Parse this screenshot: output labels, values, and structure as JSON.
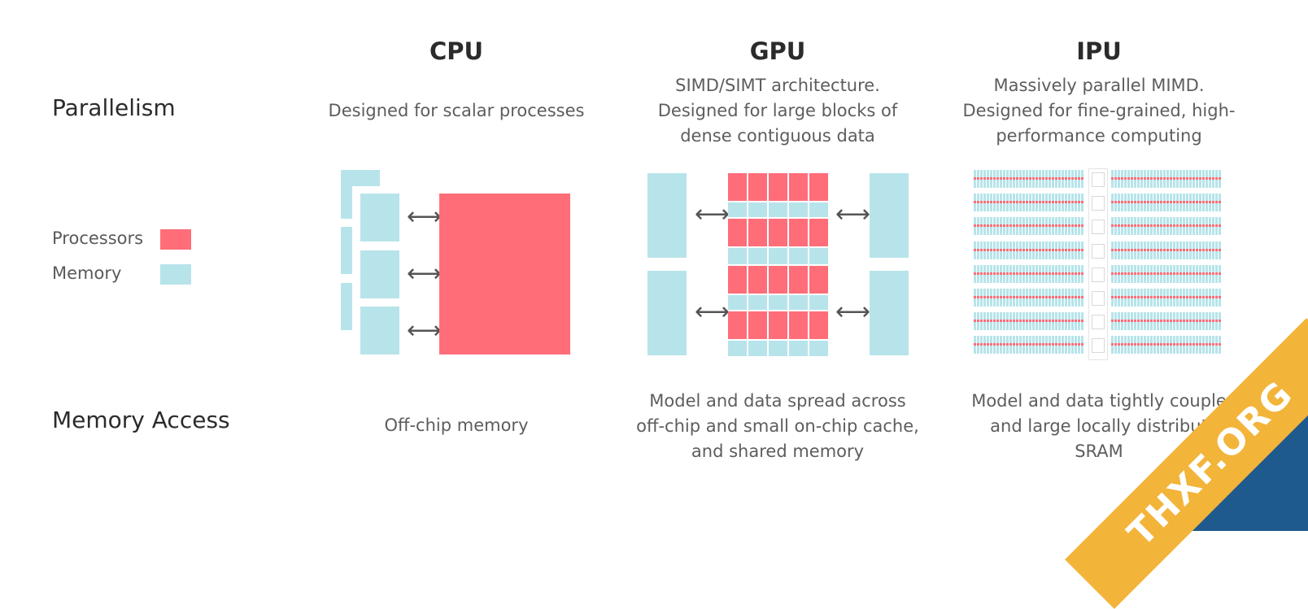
{
  "rows": {
    "parallelism": "Parallelism",
    "memory_access": "Memory Access"
  },
  "legend": {
    "processors": "Processors",
    "memory": "Memory",
    "processor_color": "#ff6d79",
    "memory_color": "#b7e4ea"
  },
  "columns": [
    {
      "title": "CPU",
      "parallelism": "Designed for scalar processes",
      "memory_access": "Off-chip memory"
    },
    {
      "title": "GPU",
      "parallelism": "SIMD/SIMT architecture.\nDesigned for large blocks of\ndense contiguous data",
      "memory_access": "Model and data spread across\noff-chip and small on-chip cache,\nand shared memory"
    },
    {
      "title": "IPU",
      "parallelism": "Massively parallel MIMD.\nDesigned for fine-grained, high-\nperformance computing",
      "memory_access": "Model and data tightly couple\nand large locally distribut\nSRAM"
    }
  ],
  "arrow_glyph": "⟷",
  "watermark": "THXF.ORG"
}
